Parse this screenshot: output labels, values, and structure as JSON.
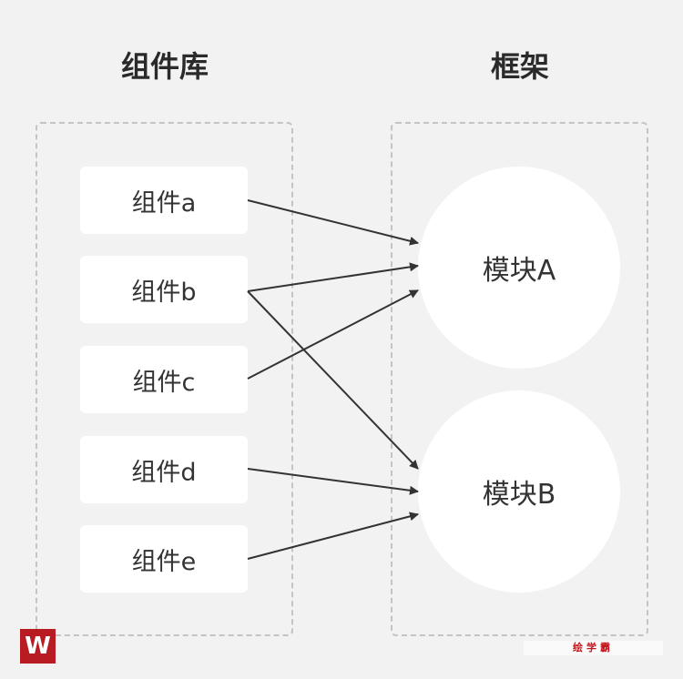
{
  "titles": {
    "library": "组件库",
    "framework": "框架"
  },
  "components": [
    "组件a",
    "组件b",
    "组件c",
    "组件d",
    "组件e"
  ],
  "modules": [
    "模块A",
    "模块B"
  ],
  "edges": [
    [
      "组件a",
      "模块A"
    ],
    [
      "组件b",
      "模块A"
    ],
    [
      "组件b",
      "模块B"
    ],
    [
      "组件c",
      "模块A"
    ],
    [
      "组件d",
      "模块B"
    ],
    [
      "组件e",
      "模块B"
    ]
  ],
  "watermark": {
    "logo": "W",
    "brand": "绘学霸"
  }
}
